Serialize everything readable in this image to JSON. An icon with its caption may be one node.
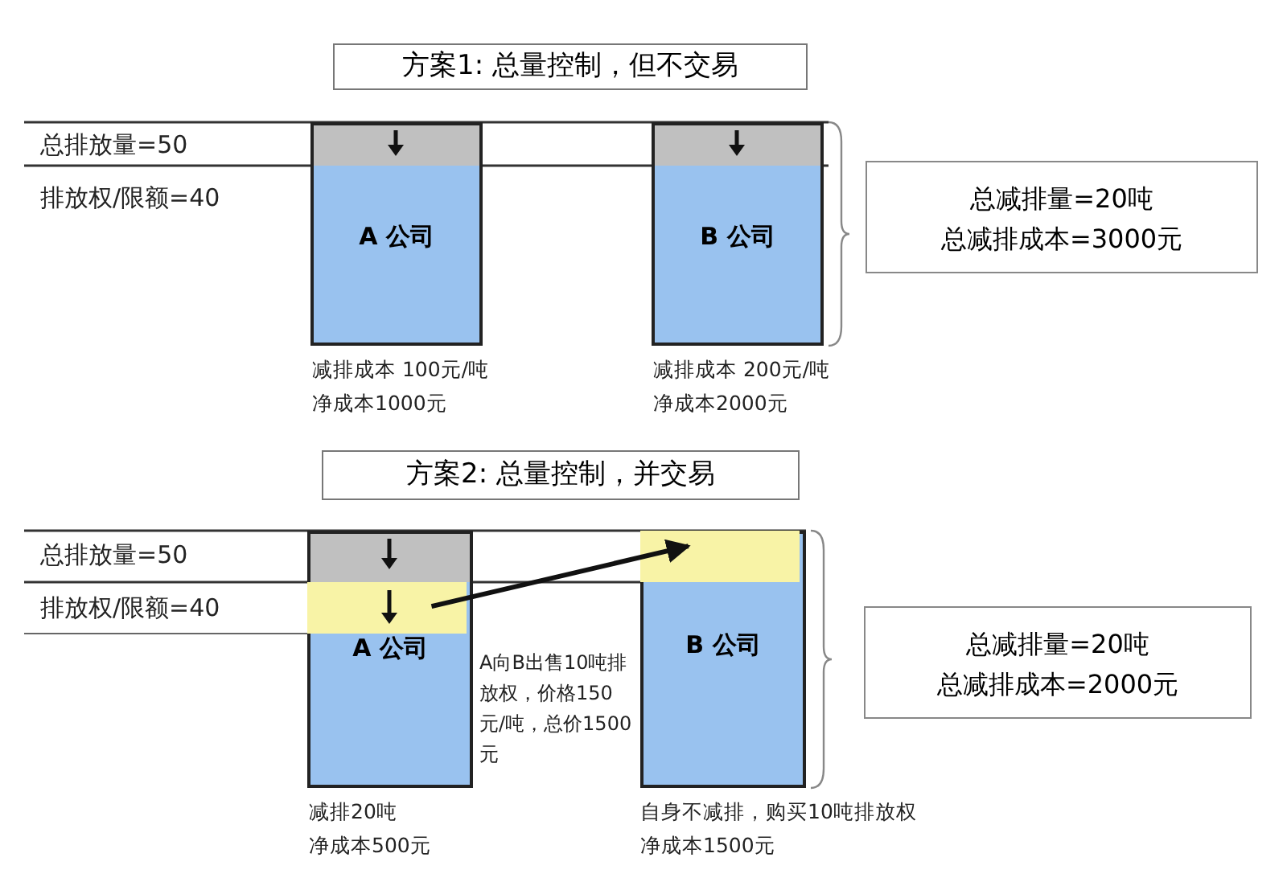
{
  "diagram": {
    "nodes": [
      {
        "text": [
          "方案1: 总量控制，但不交易"
        ]
      },
      {
        "text": [
          "A 公司"
        ],
        "beside": [
          "减排成本 100元/吨",
          "净成本1000元"
        ]
      },
      {
        "text": [
          "B 公司"
        ],
        "beside": [
          "减排成本 200元/吨",
          "净成本2000元"
        ]
      },
      {
        "text": [
          "总减排量=20吨",
          "总减排成本=3000元"
        ]
      },
      {
        "text": [
          "方案2: 总量控制，并交易"
        ]
      },
      {
        "text": [
          "A 公司"
        ],
        "beside": [
          "减排20吨",
          "净成本500元"
        ]
      },
      {
        "text": [],
        "shape": "bar",
        "in": 5
      },
      {
        "text": [
          "B 公司"
        ],
        "beside": [
          "自身不减排，购买10吨排放权",
          "净成本1500元"
        ]
      },
      {
        "text": [],
        "shape": "bar",
        "in": 7
      },
      {
        "text": [
          "总减排量=20吨",
          "总减排成本=2000元"
        ]
      }
    ],
    "edges": [
      {
        "from": 6,
        "to": 8,
        "arrow": "to",
        "label": "A向B出售10吨排放权，价格150元/吨，总价1500元"
      }
    ],
    "labels": [
      "总排放量=50",
      "排放权/限额=40",
      "总排放量=50",
      "排放权/限额=40"
    ]
  }
}
